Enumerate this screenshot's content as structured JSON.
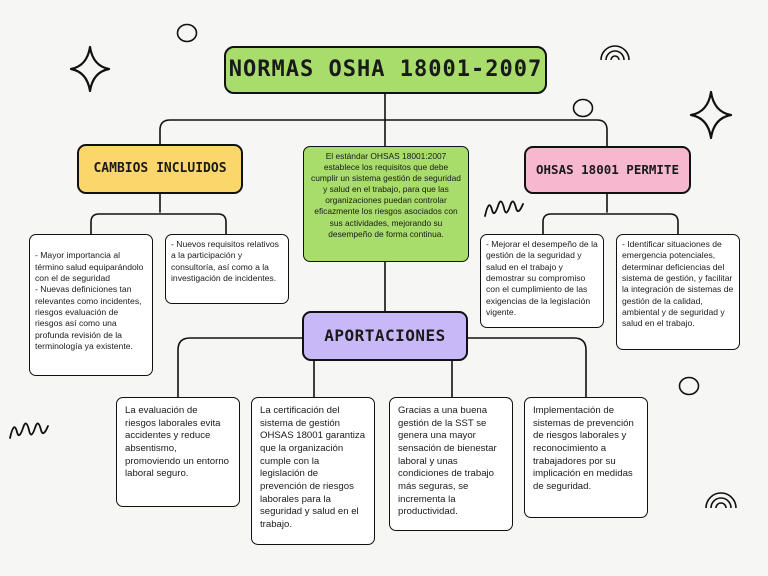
{
  "title": "NORMAS OSHA 18001-2007",
  "center_text": "El estándar OHSAS 18001:2007 establece los requisitos que debe cumplir un sistema gestión de seguridad y salud en el trabajo, para que las organizaciones puedan controlar eficazmente los riesgos asociados con sus actividades, mejorando su desempeño de forma continua.",
  "branches": {
    "cambios": {
      "label": "CAMBIOS INCLUIDOS",
      "notes": [
        "- Mayor importancia al término salud equiparándolo con el de seguridad\n- Nuevas definiciones tan relevantes como incidentes, riesgos evaluación de riesgos así como una profunda revisión de la terminología ya existente.",
        "- Nuevos requisitos relativos a la participación y consultoría, así como a la investigación de incidentes."
      ]
    },
    "permite": {
      "label": "OHSAS 18001 PERMITE",
      "notes": [
        "- Mejorar el desempeño de la gestión de la seguridad y salud en el trabajo y demostrar su compromiso con el cumplimiento de las exigencias de la legislación vigente.",
        "- Identificar situaciones de emergencia potenciales, determinar deficiencias del sistema de gestión, y facilitar la integración de sistemas de gestión de la calidad, ambiental y de seguridad y salud en el trabajo."
      ]
    },
    "aportaciones": {
      "label": "APORTACIONES",
      "items": [
        "La evaluación de riesgos laborales evita accidentes y reduce absentismo, promoviendo un entorno laboral seguro.",
        "La certificación del sistema de gestión OHSAS 18001 garantiza que la organización cumple con la legislación de prevención de riesgos laborales para la seguridad y salud en el trabajo.",
        "Gracias a una buena gestión de la SST se genera una mayor sensación de bienestar laboral y unas condiciones de trabajo más seguras, se incrementa la productividad.",
        "Implementación de sistemas de prevención de riesgos laborales y reconocimiento a trabajadores por su implicación en medidas de seguridad."
      ]
    }
  },
  "colors": {
    "green": "#a8dc6b",
    "yellow": "#fbd66a",
    "pink": "#f7b8cf",
    "lavender": "#c9b8f7",
    "background": "#f6f6f4",
    "line": "#111111"
  },
  "decorations": [
    "sparkle-icon",
    "sparkle-icon",
    "circle-icon",
    "circle-icon",
    "circle-icon",
    "squiggle-icon",
    "squiggle-icon",
    "rainbow-arc-icon",
    "rainbow-arc-icon"
  ]
}
